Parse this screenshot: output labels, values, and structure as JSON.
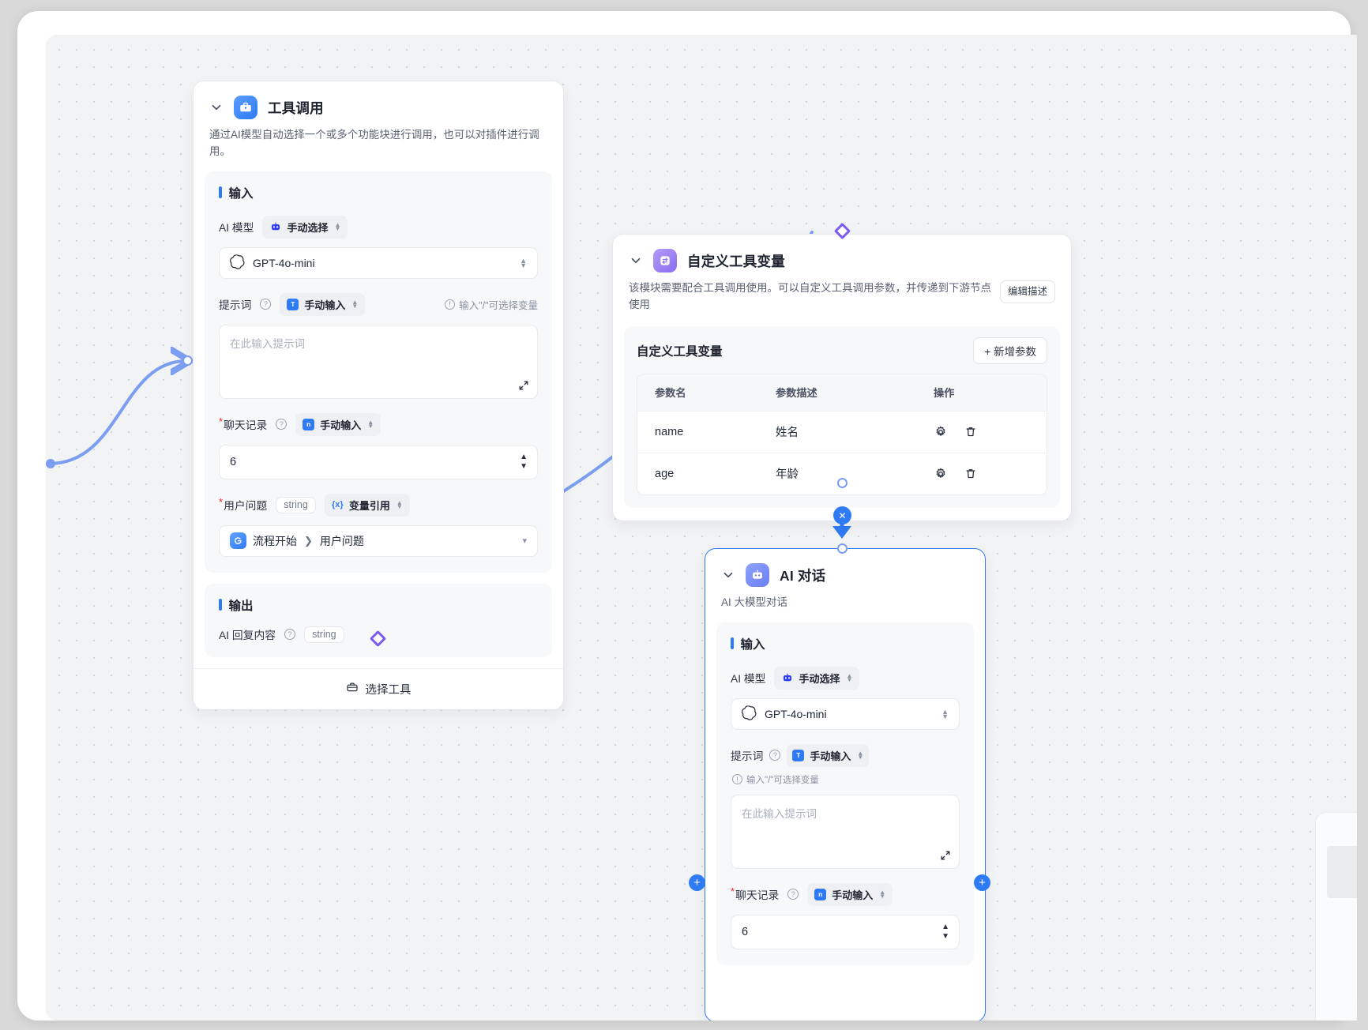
{
  "canvas": {
    "background": "#f2f3f5",
    "dot_color": "#d0d3d9"
  },
  "nodes": [
    {
      "id": "tool-call",
      "title": "工具调用",
      "icon": "toolbox-icon",
      "description": "通过AI模型自动选择一个或多个功能块进行调用，也可以对插件进行调用。",
      "input_section_label": "输入",
      "output_section_label": "输出",
      "fields": {
        "model_label": "AI 模型",
        "model_mode": "手动选择",
        "model_value": "GPT-4o-mini",
        "prompt_label": "提示词",
        "prompt_mode": "手动输入",
        "prompt_hint": "输入\"/\"可选择变量",
        "prompt_placeholder": "在此输入提示词",
        "history_label": "聊天记录",
        "history_mode": "手动输入",
        "history_value": "6",
        "question_label": "用户问题",
        "question_type": "string",
        "question_mode": "变量引用",
        "question_ref_node": "流程开始",
        "question_ref_field": "用户问题"
      },
      "output": {
        "label": "AI 回复内容",
        "type": "string"
      },
      "footer_button": "选择工具"
    },
    {
      "id": "custom-tool-var",
      "title": "自定义工具变量",
      "icon": "swap-icon",
      "description": "该模块需要配合工具调用使用。可以自定义工具调用参数，并传递到下游节点使用",
      "edit_desc_button": "编辑描述",
      "table": {
        "title": "自定义工具变量",
        "add_button": "+ 新增参数",
        "columns": [
          "参数名",
          "参数描述",
          "操作"
        ],
        "rows": [
          {
            "name": "name",
            "desc": "姓名",
            "actions": [
              "gear-icon",
              "trash-icon"
            ]
          },
          {
            "name": "age",
            "desc": "年龄",
            "actions": [
              "gear-icon",
              "trash-icon"
            ]
          }
        ]
      }
    },
    {
      "id": "ai-chat",
      "title": "AI 对话",
      "icon": "robot-icon",
      "description": "AI 大模型对话",
      "input_section_label": "输入",
      "fields": {
        "model_label": "AI 模型",
        "model_mode": "手动选择",
        "model_value": "GPT-4o-mini",
        "prompt_label": "提示词",
        "prompt_mode": "手动输入",
        "prompt_hint": "输入\"/\"可选择变量",
        "prompt_placeholder": "在此输入提示词",
        "history_label": "聊天记录",
        "history_mode": "手动输入",
        "history_value": "6"
      }
    }
  ],
  "colors": {
    "accent_blue": "#2f7bf6",
    "edge_blue": "#7b9ef0",
    "diamond_purple": "#7c5cf0",
    "required_red": "#f5222d"
  }
}
